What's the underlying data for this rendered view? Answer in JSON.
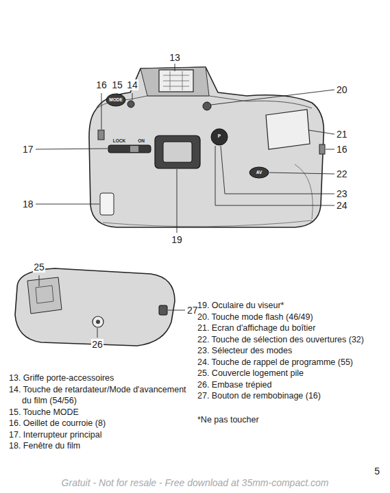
{
  "diagram": {
    "labels": [
      "13",
      "16",
      "15",
      "14",
      "20",
      "21",
      "16",
      "22",
      "23",
      "24",
      "17",
      "18",
      "19",
      "25",
      "27",
      "26",
      "MODE",
      "LOCK",
      "ON",
      "AV",
      "P",
      "13. Griffe porte-accessoires",
      "14. Touche de retardateur/Mode d'avancement du film (54/56)",
      "15. Touche MODE",
      "16. Oeillet de courroie (8)",
      "17. Interrupteur principal",
      "18. Fenêtre du film",
      "19. Oculaire du viseur*",
      "20. Touche mode flash (46/49)",
      "21. Ecran d'affichage du boîtier",
      "22. Touche de sélection des ouvertures (32)",
      "23. Sélecteur des modes",
      "24. Touche de rappel de programme (55)",
      "25. Couvercle logement pile",
      "26. Embase trépied",
      "27. Bouton de rembobinage (16)",
      "*Ne pas toucher",
      "5",
      "Gratuit - Not for resale - Free download at 35mm-compact.com"
    ]
  }
}
